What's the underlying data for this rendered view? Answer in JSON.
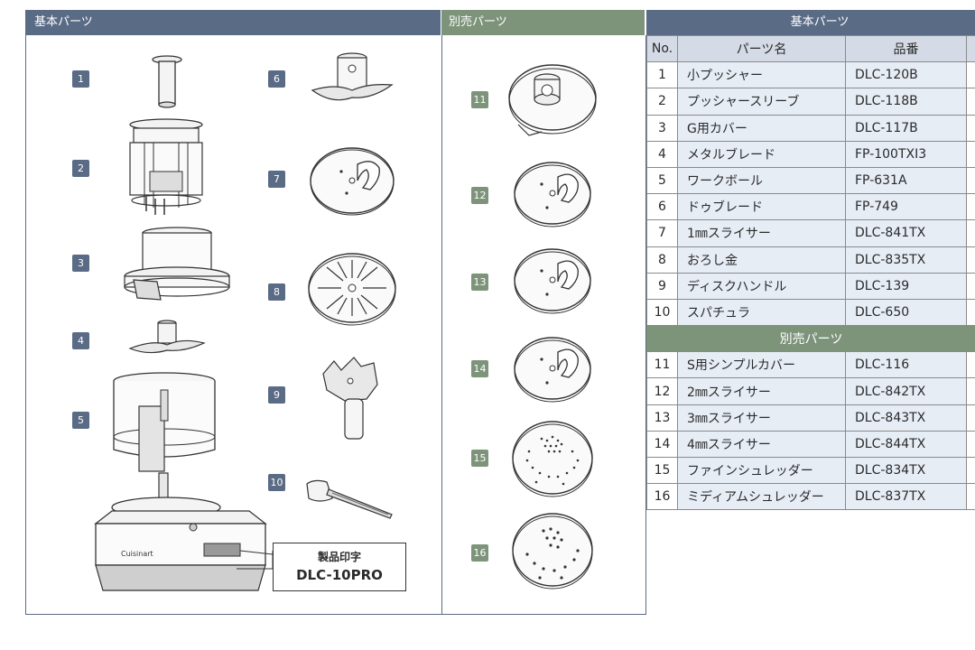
{
  "headers": {
    "basic": "基本パーツ",
    "optional": "別売パーツ",
    "table_basic": "基本パーツ"
  },
  "badges": [
    "1",
    "2",
    "3",
    "4",
    "5",
    "6",
    "7",
    "8",
    "9",
    "10",
    "11",
    "12",
    "13",
    "14",
    "15",
    "16"
  ],
  "stamp": {
    "label": "製品印字",
    "model": "DLC-10PRO"
  },
  "base_brand": "Cuisinart",
  "table": {
    "columns": [
      "No.",
      "パーツ名",
      "品番"
    ],
    "basic_rows": [
      {
        "no": "1",
        "name": "小プッシャー",
        "code": "DLC-120B"
      },
      {
        "no": "2",
        "name": "プッシャースリーブ",
        "code": "DLC-118B"
      },
      {
        "no": "3",
        "name": "G用カバー",
        "code": "DLC-117B"
      },
      {
        "no": "4",
        "name": "メタルブレード",
        "code": "FP-100TXI3"
      },
      {
        "no": "5",
        "name": "ワークボール",
        "code": "FP-631A"
      },
      {
        "no": "6",
        "name": "ドゥブレード",
        "code": "FP-749"
      },
      {
        "no": "7",
        "name": "1㎜スライサー",
        "code": "DLC-841TX"
      },
      {
        "no": "8",
        "name": "おろし金",
        "code": "DLC-835TX"
      },
      {
        "no": "9",
        "name": "ディスクハンドル",
        "code": "DLC-139"
      },
      {
        "no": "10",
        "name": "スパチュラ",
        "code": "DLC-650"
      }
    ],
    "optional_label": "別売パーツ",
    "optional_rows": [
      {
        "no": "11",
        "name": "S用シンプルカバー",
        "code": "DLC-116"
      },
      {
        "no": "12",
        "name": "2㎜スライサー",
        "code": "DLC-842TX"
      },
      {
        "no": "13",
        "name": "3㎜スライサー",
        "code": "DLC-843TX"
      },
      {
        "no": "14",
        "name": "4㎜スライサー",
        "code": "DLC-844TX"
      },
      {
        "no": "15",
        "name": "ファインシュレッダー",
        "code": "DLC-834TX"
      },
      {
        "no": "16",
        "name": "ミディアムシュレッダー",
        "code": "DLC-837TX"
      }
    ]
  },
  "colors": {
    "basic_header": "#5a6b85",
    "optional_header": "#7d947b",
    "row_fill": "#e7edf5"
  }
}
